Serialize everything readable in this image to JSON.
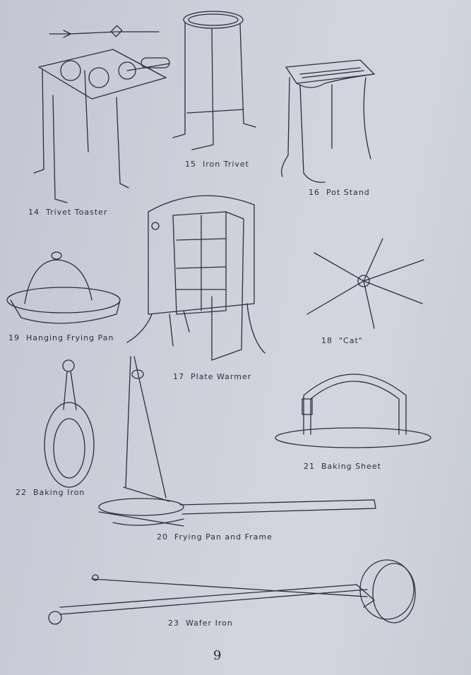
{
  "figures": [
    {
      "number": "14",
      "caption": "Trivet Toaster"
    },
    {
      "number": "15",
      "caption": "Iron Trivet"
    },
    {
      "number": "16",
      "caption": "Pot Stand"
    },
    {
      "number": "17",
      "caption": "Plate Warmer"
    },
    {
      "number": "18",
      "caption": "\"Cat\""
    },
    {
      "number": "19",
      "caption": "Hanging Frying Pan"
    },
    {
      "number": "20",
      "caption": "Frying Pan and Frame"
    },
    {
      "number": "21",
      "caption": "Baking Sheet"
    },
    {
      "number": "22",
      "caption": "Baking Iron"
    },
    {
      "number": "23",
      "caption": "Wafer Iron"
    }
  ],
  "page_number": "9"
}
